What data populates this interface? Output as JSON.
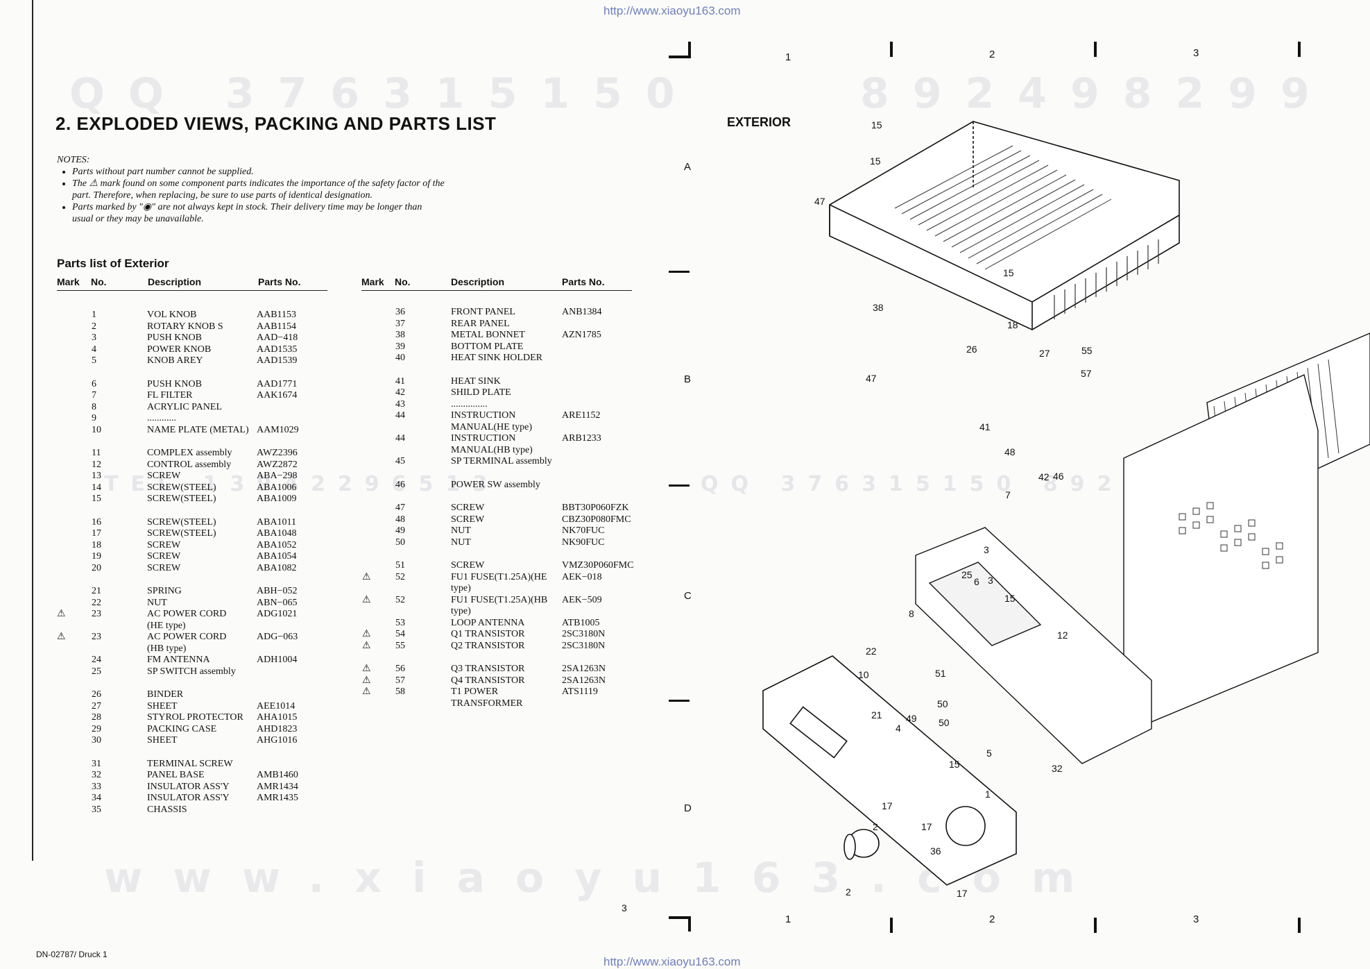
{
  "header_url": "http://www.xiaoyu163.com",
  "footer_url": "http://www.xiaoyu163.com",
  "watermarks": {
    "top_left": "QQ 376315150",
    "top_right": "892498299",
    "middle_left": "TEL 13942296513",
    "middle_right": "QQ 376315150 892498299",
    "bottom": "www.xiaoyu163.com"
  },
  "section_title": "2. EXPLODED VIEWS, PACKING AND PARTS LIST",
  "notes": {
    "heading": "NOTES:",
    "items": [
      "Parts without part number cannot be supplied.",
      "The ⚠ mark found on some component parts indicates the importance of the safety factor of the part. Therefore, when replacing, be sure to use parts of identical designation.",
      "Parts marked by \"◉\" are not always kept in stock. Their delivery time may be longer than usual or they may be unavailable."
    ]
  },
  "parts_title": "Parts list of Exterior",
  "table_headers": {
    "mark": "Mark",
    "no": "No.",
    "description": "Description",
    "parts_no": "Parts No."
  },
  "parts_left": [
    {
      "mark": "",
      "no": "1",
      "desc": "VOL KNOB",
      "part": "AAB1153"
    },
    {
      "mark": "",
      "no": "2",
      "desc": "ROTARY KNOB S",
      "part": "AAB1154"
    },
    {
      "mark": "",
      "no": "3",
      "desc": "PUSH KNOB",
      "part": "AAD−418"
    },
    {
      "mark": "",
      "no": "4",
      "desc": "POWER KNOB",
      "part": "AAD1535"
    },
    {
      "mark": "",
      "no": "5",
      "desc": "KNOB AREY",
      "part": "AAD1539"
    },
    {
      "mark": "",
      "no": "6",
      "desc": "PUSH KNOB",
      "part": "AAD1771"
    },
    {
      "mark": "",
      "no": "7",
      "desc": "FL FILTER",
      "part": "AAK1674"
    },
    {
      "mark": "",
      "no": "8",
      "desc": "ACRYLIC PANEL",
      "part": ""
    },
    {
      "mark": "",
      "no": "9",
      "desc": "............",
      "part": ""
    },
    {
      "mark": "",
      "no": "10",
      "desc": "NAME PLATE (METAL)",
      "part": "AAM1029"
    },
    {
      "mark": "",
      "no": "11",
      "desc": "COMPLEX assembly",
      "part": "AWZ2396"
    },
    {
      "mark": "",
      "no": "12",
      "desc": "CONTROL assembly",
      "part": "AWZ2872"
    },
    {
      "mark": "",
      "no": "13",
      "desc": "SCREW",
      "part": "ABA−298"
    },
    {
      "mark": "",
      "no": "14",
      "desc": "SCREW(STEEL)",
      "part": "ABA1006"
    },
    {
      "mark": "",
      "no": "15",
      "desc": "SCREW(STEEL)",
      "part": "ABA1009"
    },
    {
      "mark": "",
      "no": "16",
      "desc": "SCREW(STEEL)",
      "part": "ABA1011"
    },
    {
      "mark": "",
      "no": "17",
      "desc": "SCREW(STEEL)",
      "part": "ABA1048"
    },
    {
      "mark": "",
      "no": "18",
      "desc": "SCREW",
      "part": "ABA1052"
    },
    {
      "mark": "",
      "no": "19",
      "desc": "SCREW",
      "part": "ABA1054"
    },
    {
      "mark": "",
      "no": "20",
      "desc": "SCREW",
      "part": "ABA1082"
    },
    {
      "mark": "",
      "no": "21",
      "desc": "SPRING",
      "part": "ABH−052"
    },
    {
      "mark": "",
      "no": "22",
      "desc": "NUT",
      "part": "ABN−065"
    },
    {
      "mark": "⚠",
      "no": "23",
      "desc": "AC POWER CORD",
      "part": "ADG1021"
    },
    {
      "mark": "",
      "no": "",
      "desc": "(HE type)",
      "part": ""
    },
    {
      "mark": "⚠",
      "no": "23",
      "desc": "AC POWER CORD",
      "part": "ADG−063"
    },
    {
      "mark": "",
      "no": "",
      "desc": "(HB type)",
      "part": ""
    },
    {
      "mark": "",
      "no": "24",
      "desc": "FM ANTENNA",
      "part": "ADH1004"
    },
    {
      "mark": "",
      "no": "25",
      "desc": "SP SWITCH assembly",
      "part": ""
    },
    {
      "mark": "",
      "no": "26",
      "desc": "BINDER",
      "part": ""
    },
    {
      "mark": "",
      "no": "27",
      "desc": "SHEET",
      "part": "AEE1014"
    },
    {
      "mark": "",
      "no": "28",
      "desc": "STYROL PROTECTOR",
      "part": "AHA1015"
    },
    {
      "mark": "",
      "no": "29",
      "desc": "PACKING CASE",
      "part": "AHD1823"
    },
    {
      "mark": "",
      "no": "30",
      "desc": "SHEET",
      "part": "AHG1016"
    },
    {
      "mark": "",
      "no": "31",
      "desc": "TERMINAL SCREW",
      "part": ""
    },
    {
      "mark": "",
      "no": "32",
      "desc": "PANEL BASE",
      "part": "AMB1460"
    },
    {
      "mark": "",
      "no": "33",
      "desc": "INSULATOR ASS'Y",
      "part": "AMR1434"
    },
    {
      "mark": "",
      "no": "34",
      "desc": "INSULATOR ASS'Y",
      "part": "AMR1435"
    },
    {
      "mark": "",
      "no": "35",
      "desc": "CHASSIS",
      "part": ""
    }
  ],
  "parts_right": [
    {
      "mark": "",
      "no": "36",
      "desc": "FRONT PANEL",
      "part": "ANB1384"
    },
    {
      "mark": "",
      "no": "37",
      "desc": "REAR PANEL",
      "part": ""
    },
    {
      "mark": "",
      "no": "38",
      "desc": "METAL BONNET",
      "part": "AZN1785"
    },
    {
      "mark": "",
      "no": "39",
      "desc": "BOTTOM PLATE",
      "part": ""
    },
    {
      "mark": "",
      "no": "40",
      "desc": "HEAT SINK HOLDER",
      "part": ""
    },
    {
      "mark": "",
      "no": "41",
      "desc": "HEAT SINK",
      "part": ""
    },
    {
      "mark": "",
      "no": "42",
      "desc": "SHILD PLATE",
      "part": ""
    },
    {
      "mark": "",
      "no": "43",
      "desc": "...............",
      "part": ""
    },
    {
      "mark": "",
      "no": "44",
      "desc": "INSTRUCTION",
      "part": "ARE1152"
    },
    {
      "mark": "",
      "no": "",
      "desc": "MANUAL(HE type)",
      "part": ""
    },
    {
      "mark": "",
      "no": "44",
      "desc": "INSTRUCTION",
      "part": "ARB1233"
    },
    {
      "mark": "",
      "no": "",
      "desc": "MANUAL(HB type)",
      "part": ""
    },
    {
      "mark": "",
      "no": "45",
      "desc": "SP TERMINAL assembly",
      "part": ""
    },
    {
      "mark": "",
      "no": "46",
      "desc": "POWER SW assembly",
      "part": ""
    },
    {
      "mark": "",
      "no": "47",
      "desc": "SCREW",
      "part": "BBT30P060FZK"
    },
    {
      "mark": "",
      "no": "48",
      "desc": "SCREW",
      "part": "CBZ30P080FMC"
    },
    {
      "mark": "",
      "no": "49",
      "desc": "NUT",
      "part": "NK70FUC"
    },
    {
      "mark": "",
      "no": "50",
      "desc": "NUT",
      "part": "NK90FUC"
    },
    {
      "mark": "",
      "no": "51",
      "desc": "SCREW",
      "part": "VMZ30P060FMC"
    },
    {
      "mark": "⚠",
      "no": "52",
      "desc": "FU1 FUSE(T1.25A)(HE",
      "part": "AEK−018"
    },
    {
      "mark": "",
      "no": "",
      "desc": "type)",
      "part": ""
    },
    {
      "mark": "⚠",
      "no": "52",
      "desc": "FU1 FUSE(T1.25A)(HB",
      "part": "AEK−509"
    },
    {
      "mark": "",
      "no": "",
      "desc": "type)",
      "part": ""
    },
    {
      "mark": "",
      "no": "53",
      "desc": "LOOP ANTENNA",
      "part": "ATB1005"
    },
    {
      "mark": "⚠",
      "no": "54",
      "desc": "Q1 TRANSISTOR",
      "part": "2SC3180N"
    },
    {
      "mark": "⚠",
      "no": "55",
      "desc": "Q2 TRANSISTOR",
      "part": "2SC3180N"
    },
    {
      "mark": "⚠",
      "no": "56",
      "desc": "Q3 TRANSISTOR",
      "part": "2SA1263N"
    },
    {
      "mark": "⚠",
      "no": "57",
      "desc": "Q4 TRANSISTOR",
      "part": "2SA1263N"
    },
    {
      "mark": "⚠",
      "no": "58",
      "desc": "T1 POWER",
      "part": "ATS1119"
    },
    {
      "mark": "",
      "no": "",
      "desc": "TRANSFORMER",
      "part": ""
    }
  ],
  "exterior_label": "EXTERIOR",
  "grid_columns": [
    "1",
    "2",
    "3"
  ],
  "grid_rows": [
    "A",
    "B",
    "C",
    "D"
  ],
  "page_number": "3",
  "footer_code": "DN-02787/ Druck 1",
  "callouts": [
    "15",
    "15",
    "15",
    "47",
    "47",
    "38",
    "18",
    "26",
    "27",
    "55",
    "57",
    "41",
    "48",
    "46",
    "42",
    "7",
    "3",
    "3",
    "6",
    "25",
    "15",
    "12",
    "8",
    "22",
    "10",
    "21",
    "4",
    "51",
    "50",
    "49",
    "50",
    "5",
    "32",
    "15",
    "17",
    "2",
    "17",
    "1",
    "36",
    "2",
    "17"
  ]
}
